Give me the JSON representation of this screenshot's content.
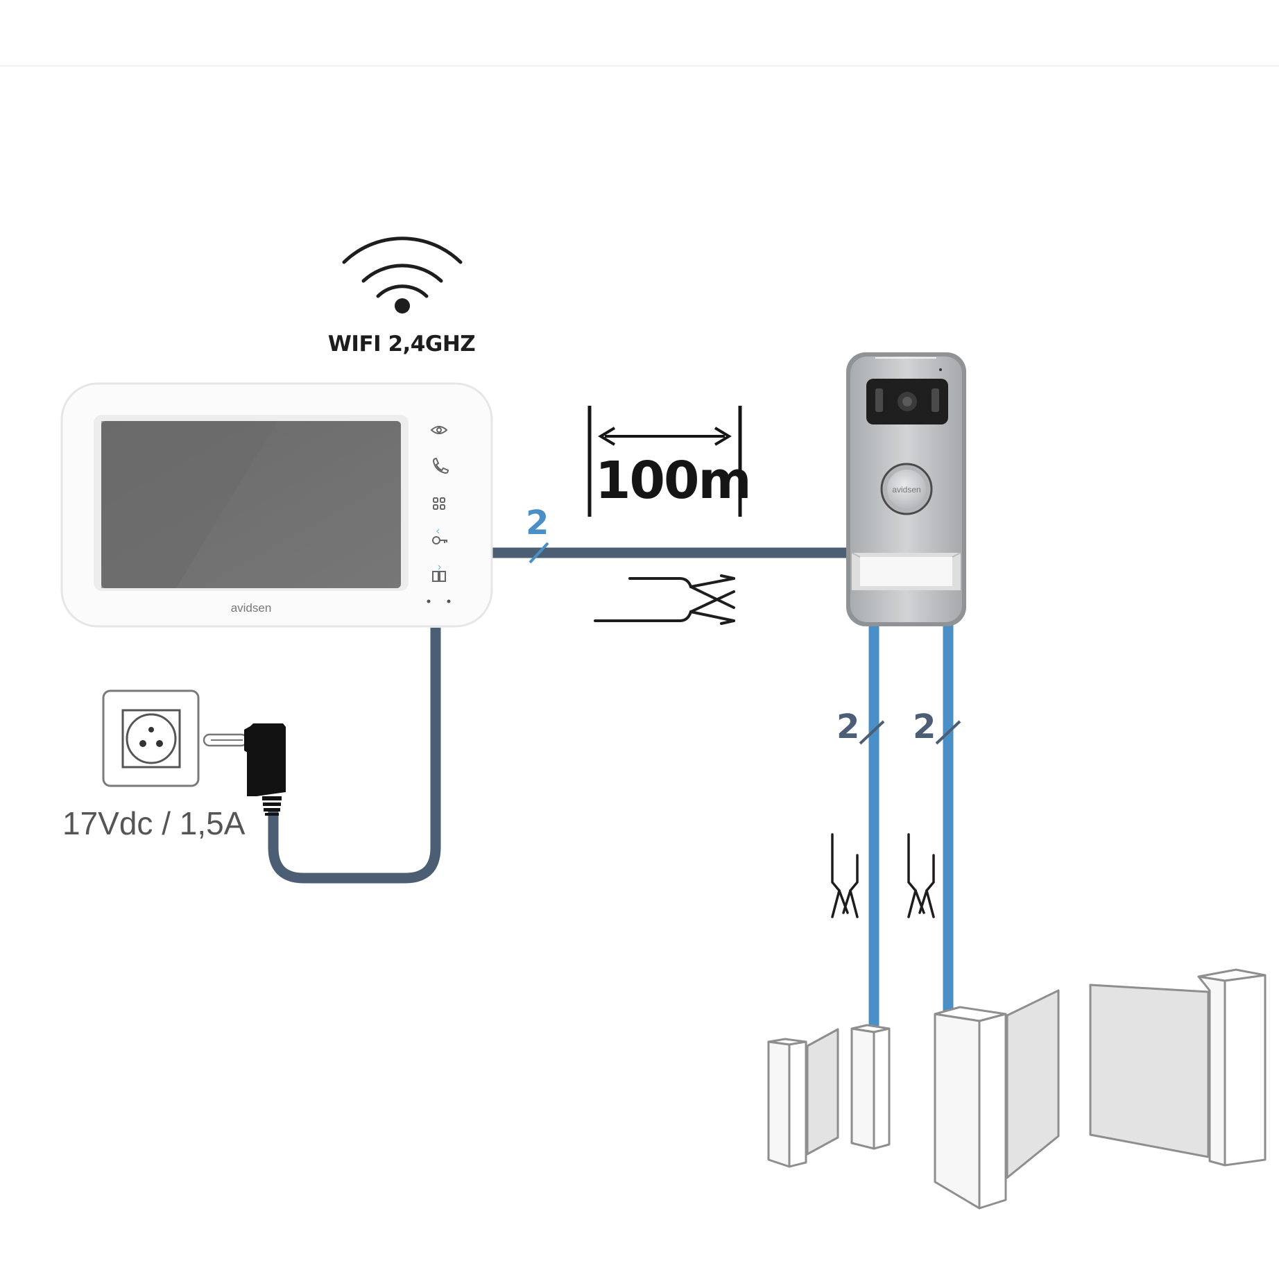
{
  "wifi": {
    "label": "WIFI 2,4GHZ",
    "icon": "wifi-icon"
  },
  "monitor": {
    "brand": "avidsen",
    "buttons": [
      "eye-icon",
      "phone-icon",
      "grid-icon",
      "key-icon",
      "gate-icon"
    ]
  },
  "doorbell": {
    "brand": "avidsen"
  },
  "distance": {
    "label": "100m"
  },
  "wires": {
    "main_count": "2",
    "left_count": "2",
    "right_count": "2"
  },
  "power": {
    "label": "17Vdc / 1,5A"
  },
  "colors": {
    "main_cable": "#4b5e73",
    "accessory_cable": "#4a90c6",
    "count_accent": "#4a90c6",
    "count_dark": "#4b5e73"
  }
}
